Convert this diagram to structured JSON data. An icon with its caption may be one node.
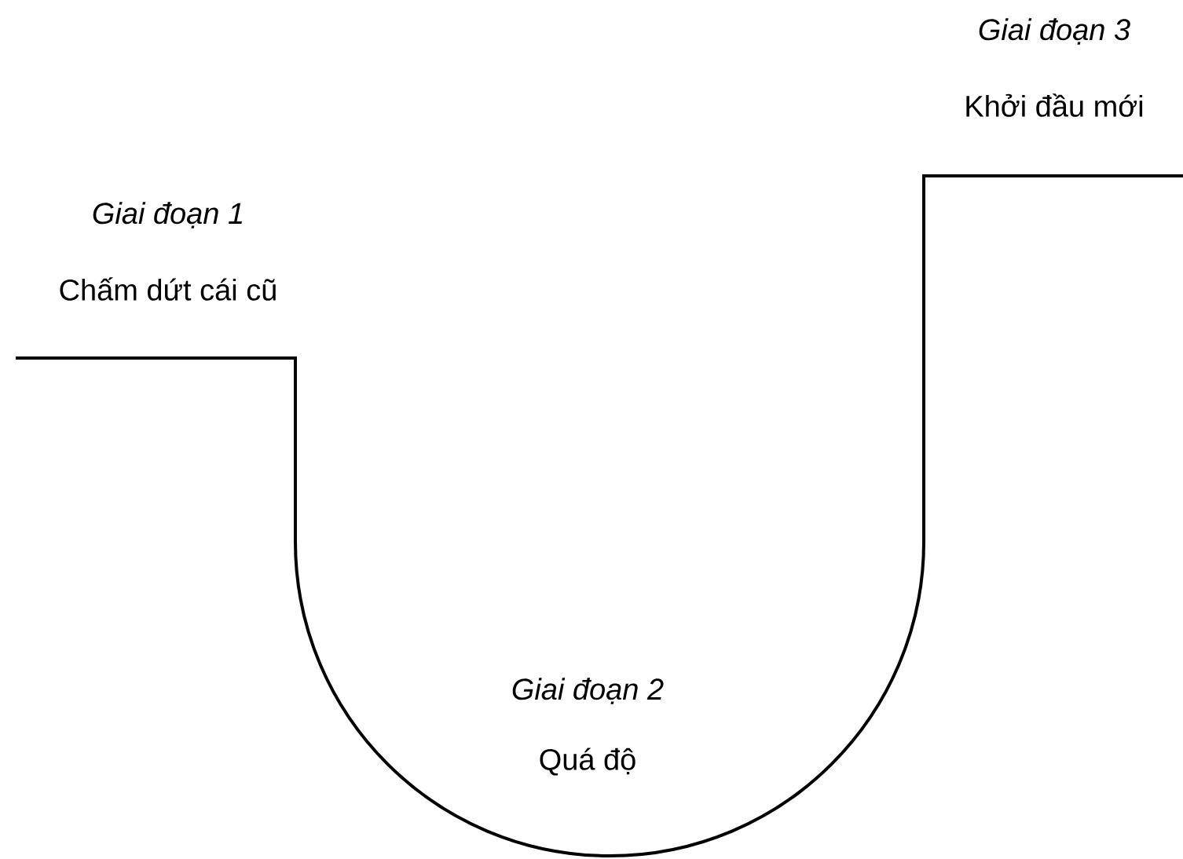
{
  "diagram": {
    "labels": [
      "Giai đoạn 3",
      "Khởi đầu mới",
      "Giai đoạn 1",
      "Chấm dứt cái cũ",
      "Giai đoạn 2",
      "Quá độ"
    ]
  }
}
